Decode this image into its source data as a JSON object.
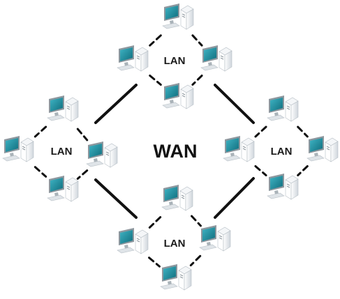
{
  "diagram": {
    "center_label": "WAN",
    "lans": [
      {
        "label": "LAN",
        "computers": 4
      },
      {
        "label": "LAN",
        "computers": 4
      },
      {
        "label": "LAN",
        "computers": 4
      },
      {
        "label": "LAN",
        "computers": 4
      }
    ],
    "colors": {
      "background": "#ffffff",
      "link": "#111111",
      "screen": "#1f8fa0",
      "case": "#e9edf0"
    },
    "icon": "desktop-computer-icon"
  }
}
